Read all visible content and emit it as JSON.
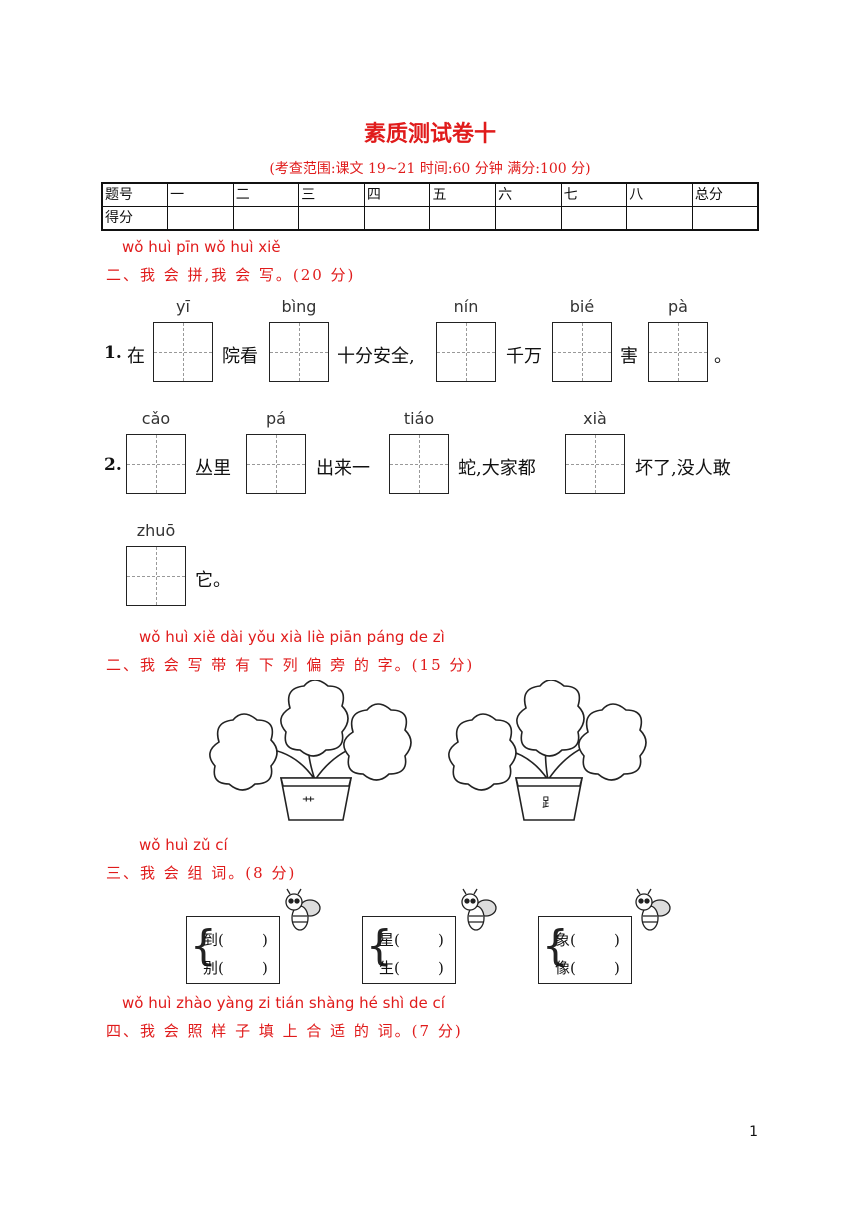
{
  "title": "素质测试卷十",
  "subtitle": "(考查范围:课文 19~21    时间:60 分钟    满分:100 分)",
  "score_table": {
    "header": [
      "题号",
      "一",
      "二",
      "三",
      "四",
      "五",
      "六",
      "七",
      "八",
      "总分"
    ],
    "row2_label": "得分"
  },
  "section1": {
    "pinyin": "wǒ huì pīn wǒ huì xiě",
    "title": "二、我 会 拼,我 会 写。(20 分)",
    "q1": {
      "num": "1.",
      "pinyin": [
        "yī",
        "bìng",
        "nín",
        "bié",
        "pà"
      ],
      "text": [
        "在",
        "院看",
        "十分安全,",
        "千万",
        "害",
        "。"
      ]
    },
    "q2": {
      "num": "2.",
      "pinyin": [
        "cǎo",
        "pá",
        "tiáo",
        "xià",
        "zhuō"
      ],
      "text": [
        "丛里",
        "出来一",
        "蛇,大家都",
        "坏了,没人敢",
        "它。"
      ]
    }
  },
  "section2": {
    "pinyin": "wǒ huì xiě dài yǒu xià liè piān páng de zì",
    "title": "二、我  会  写   带  有   下  列  偏   旁     的 字。(15 分)",
    "radicals": [
      "艹",
      "⻊"
    ]
  },
  "section3": {
    "pinyin": "wǒ huì zǔ cí",
    "title": "三、我  会  组 词。(8 分)",
    "groups": [
      [
        "到(        )",
        "别(        )"
      ],
      [
        "星(        )",
        "生(        )"
      ],
      [
        "象(        )",
        "像(        )"
      ]
    ]
  },
  "section4": {
    "pinyin": "wǒ huì zhào yàng zi tián shàng hé shì de cí",
    "title": "四、我 会  照      样  子  填    上     合  适 的 词。(7 分)"
  },
  "page_number": "1"
}
